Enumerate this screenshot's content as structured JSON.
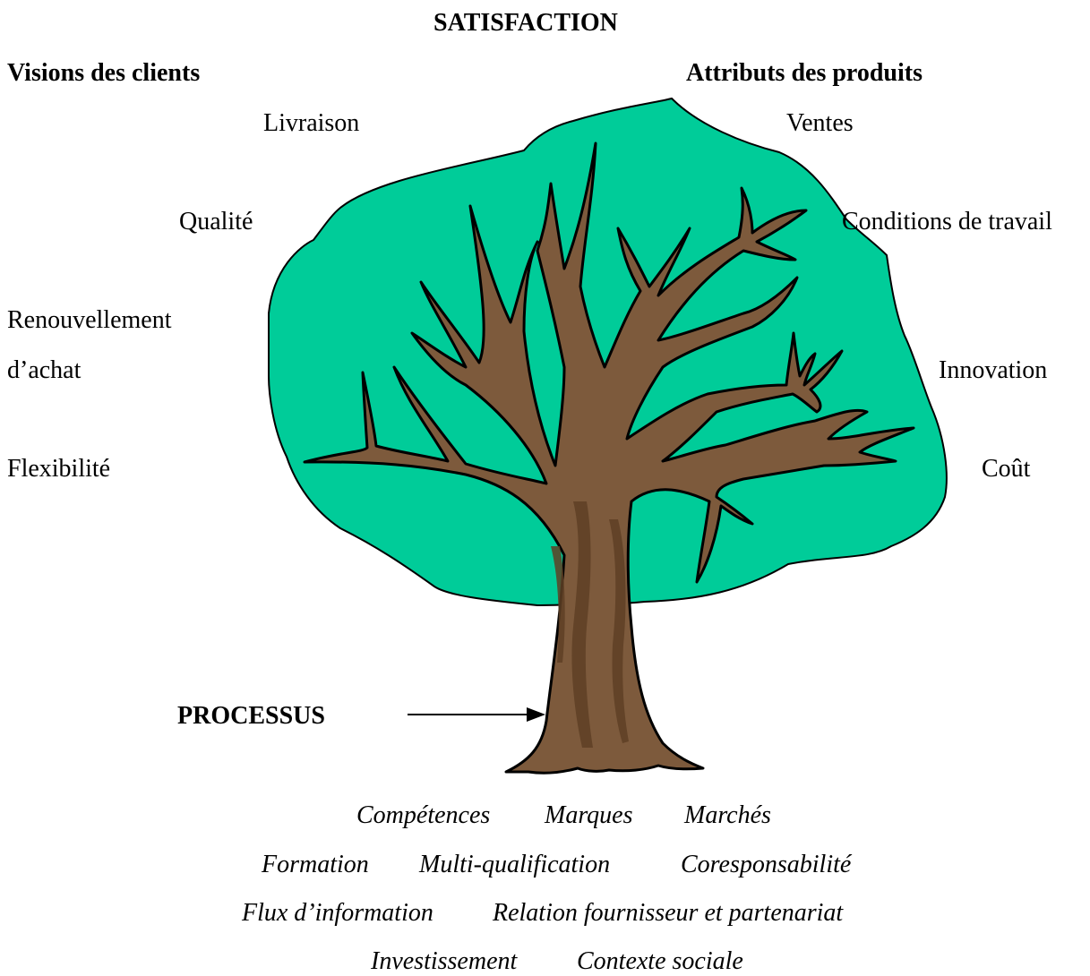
{
  "title": "SATISFACTION",
  "left_heading": "Visions des clients",
  "right_heading": "Attributs des produits",
  "left_items": [
    "Livraison",
    "Qualité",
    "Renouvellement",
    "d’achat",
    "Flexibilité"
  ],
  "right_items": [
    "Ventes",
    "Conditions de travail",
    "Innovation",
    "Coût"
  ],
  "process_label": "PROCESSUS",
  "roots": {
    "row1": [
      "Compétences",
      "Marques",
      "Marchés"
    ],
    "row2": [
      "Formation",
      "Multi-qualification",
      "Coresponsabilité"
    ],
    "row3": [
      "Flux d’information",
      "Relation fournisseur et partenariat"
    ],
    "row4": [
      "Investissement",
      "Contexte sociale"
    ]
  },
  "colors": {
    "foliage": "#00CC99",
    "trunk": "#7D5A3C",
    "trunk_shade": "#5E4025",
    "outline": "#000000"
  }
}
